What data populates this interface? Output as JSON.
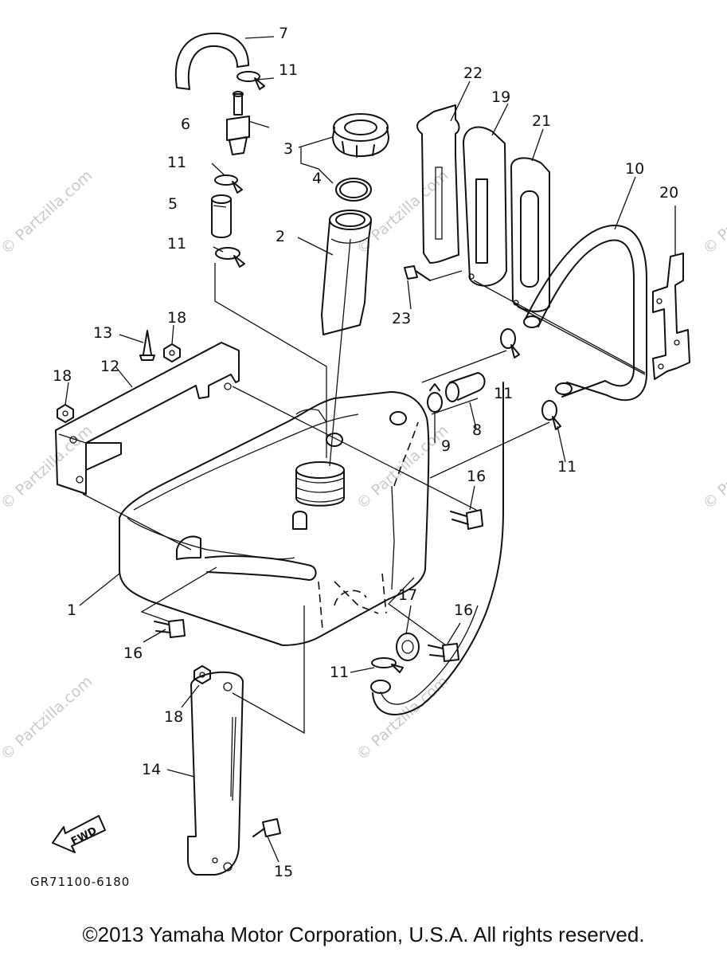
{
  "diagram": {
    "part_numbers": [
      "1",
      "2",
      "3",
      "4",
      "5",
      "6",
      "7",
      "8",
      "9",
      "10",
      "11",
      "12",
      "13",
      "14",
      "15",
      "16",
      "17",
      "18",
      "19",
      "20",
      "21",
      "22",
      "23"
    ],
    "clamp_labels": [
      "11",
      "11",
      "11",
      "11",
      "11",
      "11"
    ],
    "bolt_labels": [
      "16",
      "16",
      "16"
    ],
    "nut_labels": [
      "18",
      "18",
      "18"
    ],
    "watermarks": [
      "© Partzilla.com",
      "© Partzilla.com",
      "© Partzilla.com",
      "© Partzilla.com",
      "© Partzilla.com",
      "© Partzilla.com",
      "© Partzilla.com",
      "© Partzilla.com"
    ],
    "fwd_label": "FWD",
    "drawing_code": "GR71100-6180"
  },
  "footer": {
    "copyright": "©2013 Yamaha Motor Corporation, U.S.A. All rights reserved."
  }
}
